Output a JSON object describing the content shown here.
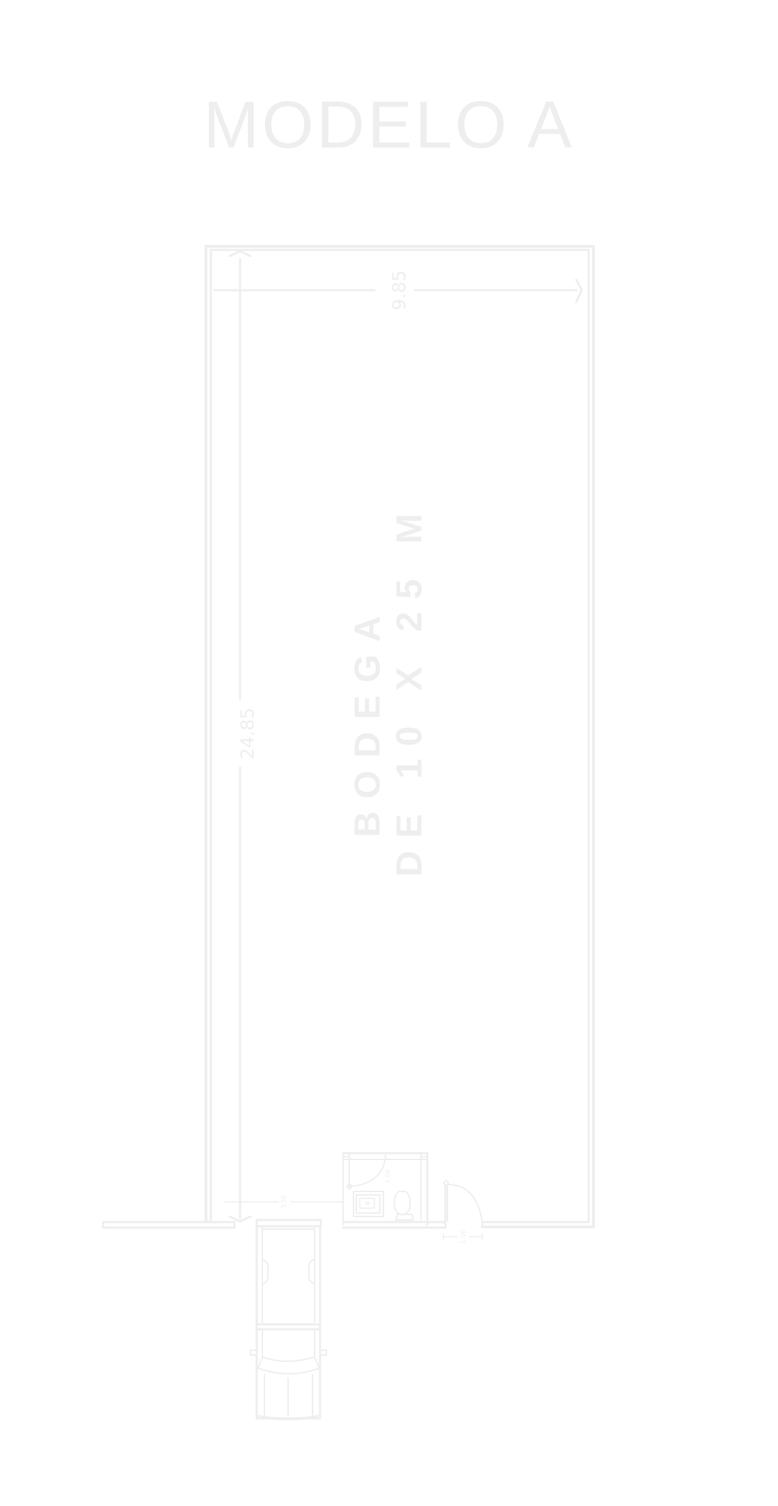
{
  "title": "MODELO A",
  "unit_label_line1": "BODEGA",
  "unit_label_line2": "DE 10 X 25 M",
  "dimensions": {
    "width": "9.85",
    "length": "24.85",
    "entry_width": "3.50",
    "door_width": "1.00"
  },
  "colors": {
    "line": "#eeeeee",
    "background": "#ffffff"
  }
}
